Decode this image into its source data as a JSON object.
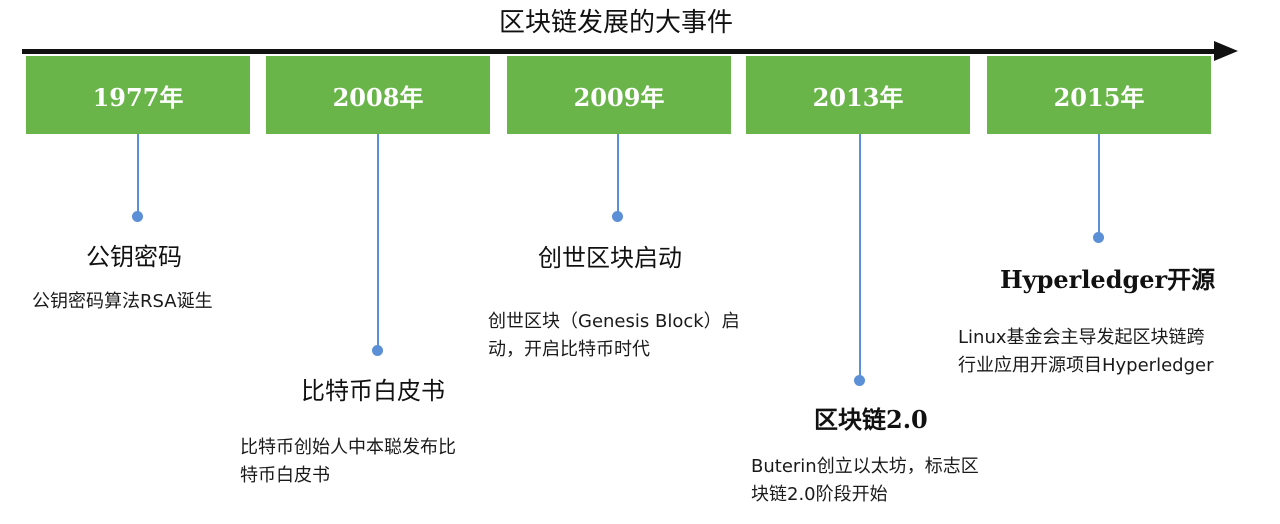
{
  "title": "区块链发展的大事件",
  "events": [
    {
      "year": "1977年",
      "title": "公钥密码",
      "desc": "公钥密码算法RSA诞生"
    },
    {
      "year": "2008年",
      "title": "比特币白皮书",
      "desc": "比特币创始人中本聪发布比\n特币白皮书"
    },
    {
      "year": "2009年",
      "title": "创世区块启动",
      "desc": "创世区块（Genesis Block）启\n动，开启比特币时代"
    },
    {
      "year": "2013年",
      "title": "区块链2.0",
      "desc": "Buterin创立以太坊，标志区\n块链2.0阶段开始"
    },
    {
      "year": "2015年",
      "title": "Hyperledger开源",
      "desc": "Linux基金会主导发起区块链跨\n行业应用开源项目Hyperledger"
    }
  ],
  "colors": {
    "year_box": "#6ab54a",
    "connector": "#5b8fd6",
    "axis": "#111111"
  }
}
